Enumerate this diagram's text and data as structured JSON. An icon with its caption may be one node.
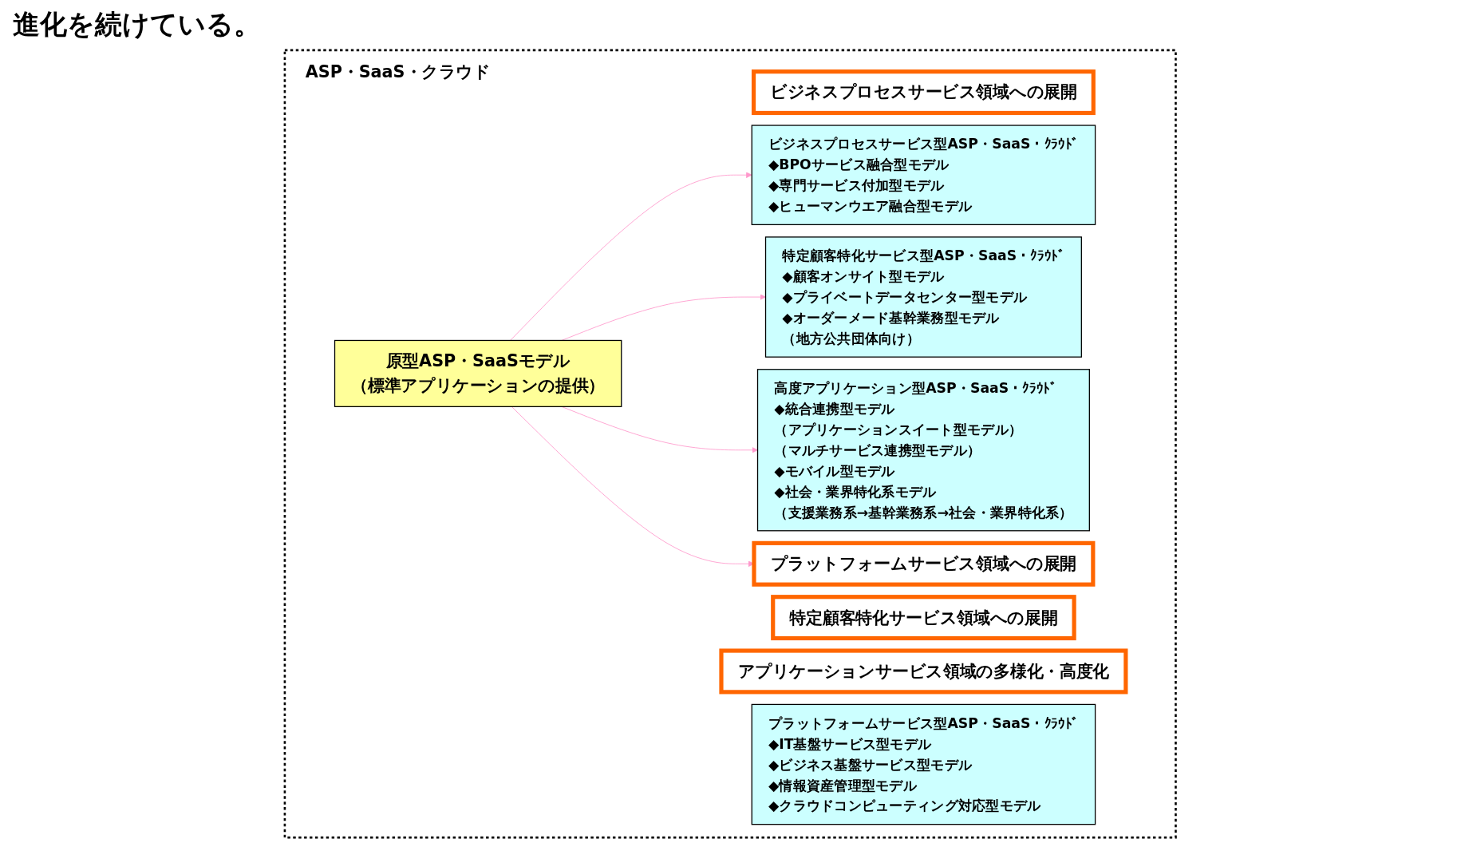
{
  "diagram": {
    "nodes": [
      {
        "text": [
          "ASP・SaaS・クラウド"
        ]
      },
      {
        "text": [
          "ビジネスプロセスサービス領域への展開"
        ],
        "in": 0
      },
      {
        "text": [
          "ビジネスプロセスサービス型ASP・SaaS・ｸﾗｳﾄﾞ",
          "◆BPOサービス融合型モデル",
          "◆専門サービス付加型モデル",
          "◆ヒューマンウエア融合型モデル"
        ],
        "in": 0
      },
      {
        "text": [
          "特定顧客特化サービス領域への展開"
        ],
        "in": 0
      },
      {
        "text": [
          "特定顧客特化サービス型ASP・SaaS・ｸﾗｳﾄﾞ",
          "◆顧客オンサイト型モデル",
          "◆プライベートデータセンター型モデル",
          "◆オーダーメード基幹業務型モデル",
          "（地方公共団体向け）"
        ],
        "in": 0
      },
      {
        "text": [
          "原型ASP・SaaSモデル",
          "（標準アプリケーションの提供）"
        ],
        "in": 0
      },
      {
        "text": [
          "アプリケーションサービス領域の多様化・高度化"
        ],
        "in": 0
      },
      {
        "text": [
          "高度アプリケーション型ASP・SaaS・ｸﾗｳﾄﾞ",
          "◆統合連携型モデル",
          "（アプリケーションスイート型モデル）",
          "（マルチサービス連携型モデル）",
          "◆モバイル型モデル",
          "◆社会・業界特化系モデル",
          "（支援業務系→基幹業務系→社会・業界特化系）"
        ],
        "in": 0
      },
      {
        "text": [
          "プラットフォームサービス領域への展開"
        ],
        "in": 0
      },
      {
        "text": [
          "プラットフォームサービス型ASP・SaaS・ｸﾗｳﾄﾞ",
          "◆IT基盤サービス型モデル",
          "◆ビジネス基盤サービス型モデル",
          "◆情報資産管理型モデル",
          "◆クラウドコンピューティング対応型モデル"
        ],
        "in": 0
      }
    ],
    "edges": [
      {
        "from": 5,
        "to": 2,
        "arrow": "to",
        "color": "#ff99cc"
      },
      {
        "from": 5,
        "to": 4,
        "arrow": "to",
        "color": "#ff99cc"
      },
      {
        "from": 5,
        "to": 7,
        "arrow": "to",
        "color": "#ff99cc"
      },
      {
        "from": 5,
        "to": 8,
        "arrow": "to",
        "color": "#ff99cc"
      }
    ],
    "labels": [
      "進化を続けている。"
    ]
  }
}
